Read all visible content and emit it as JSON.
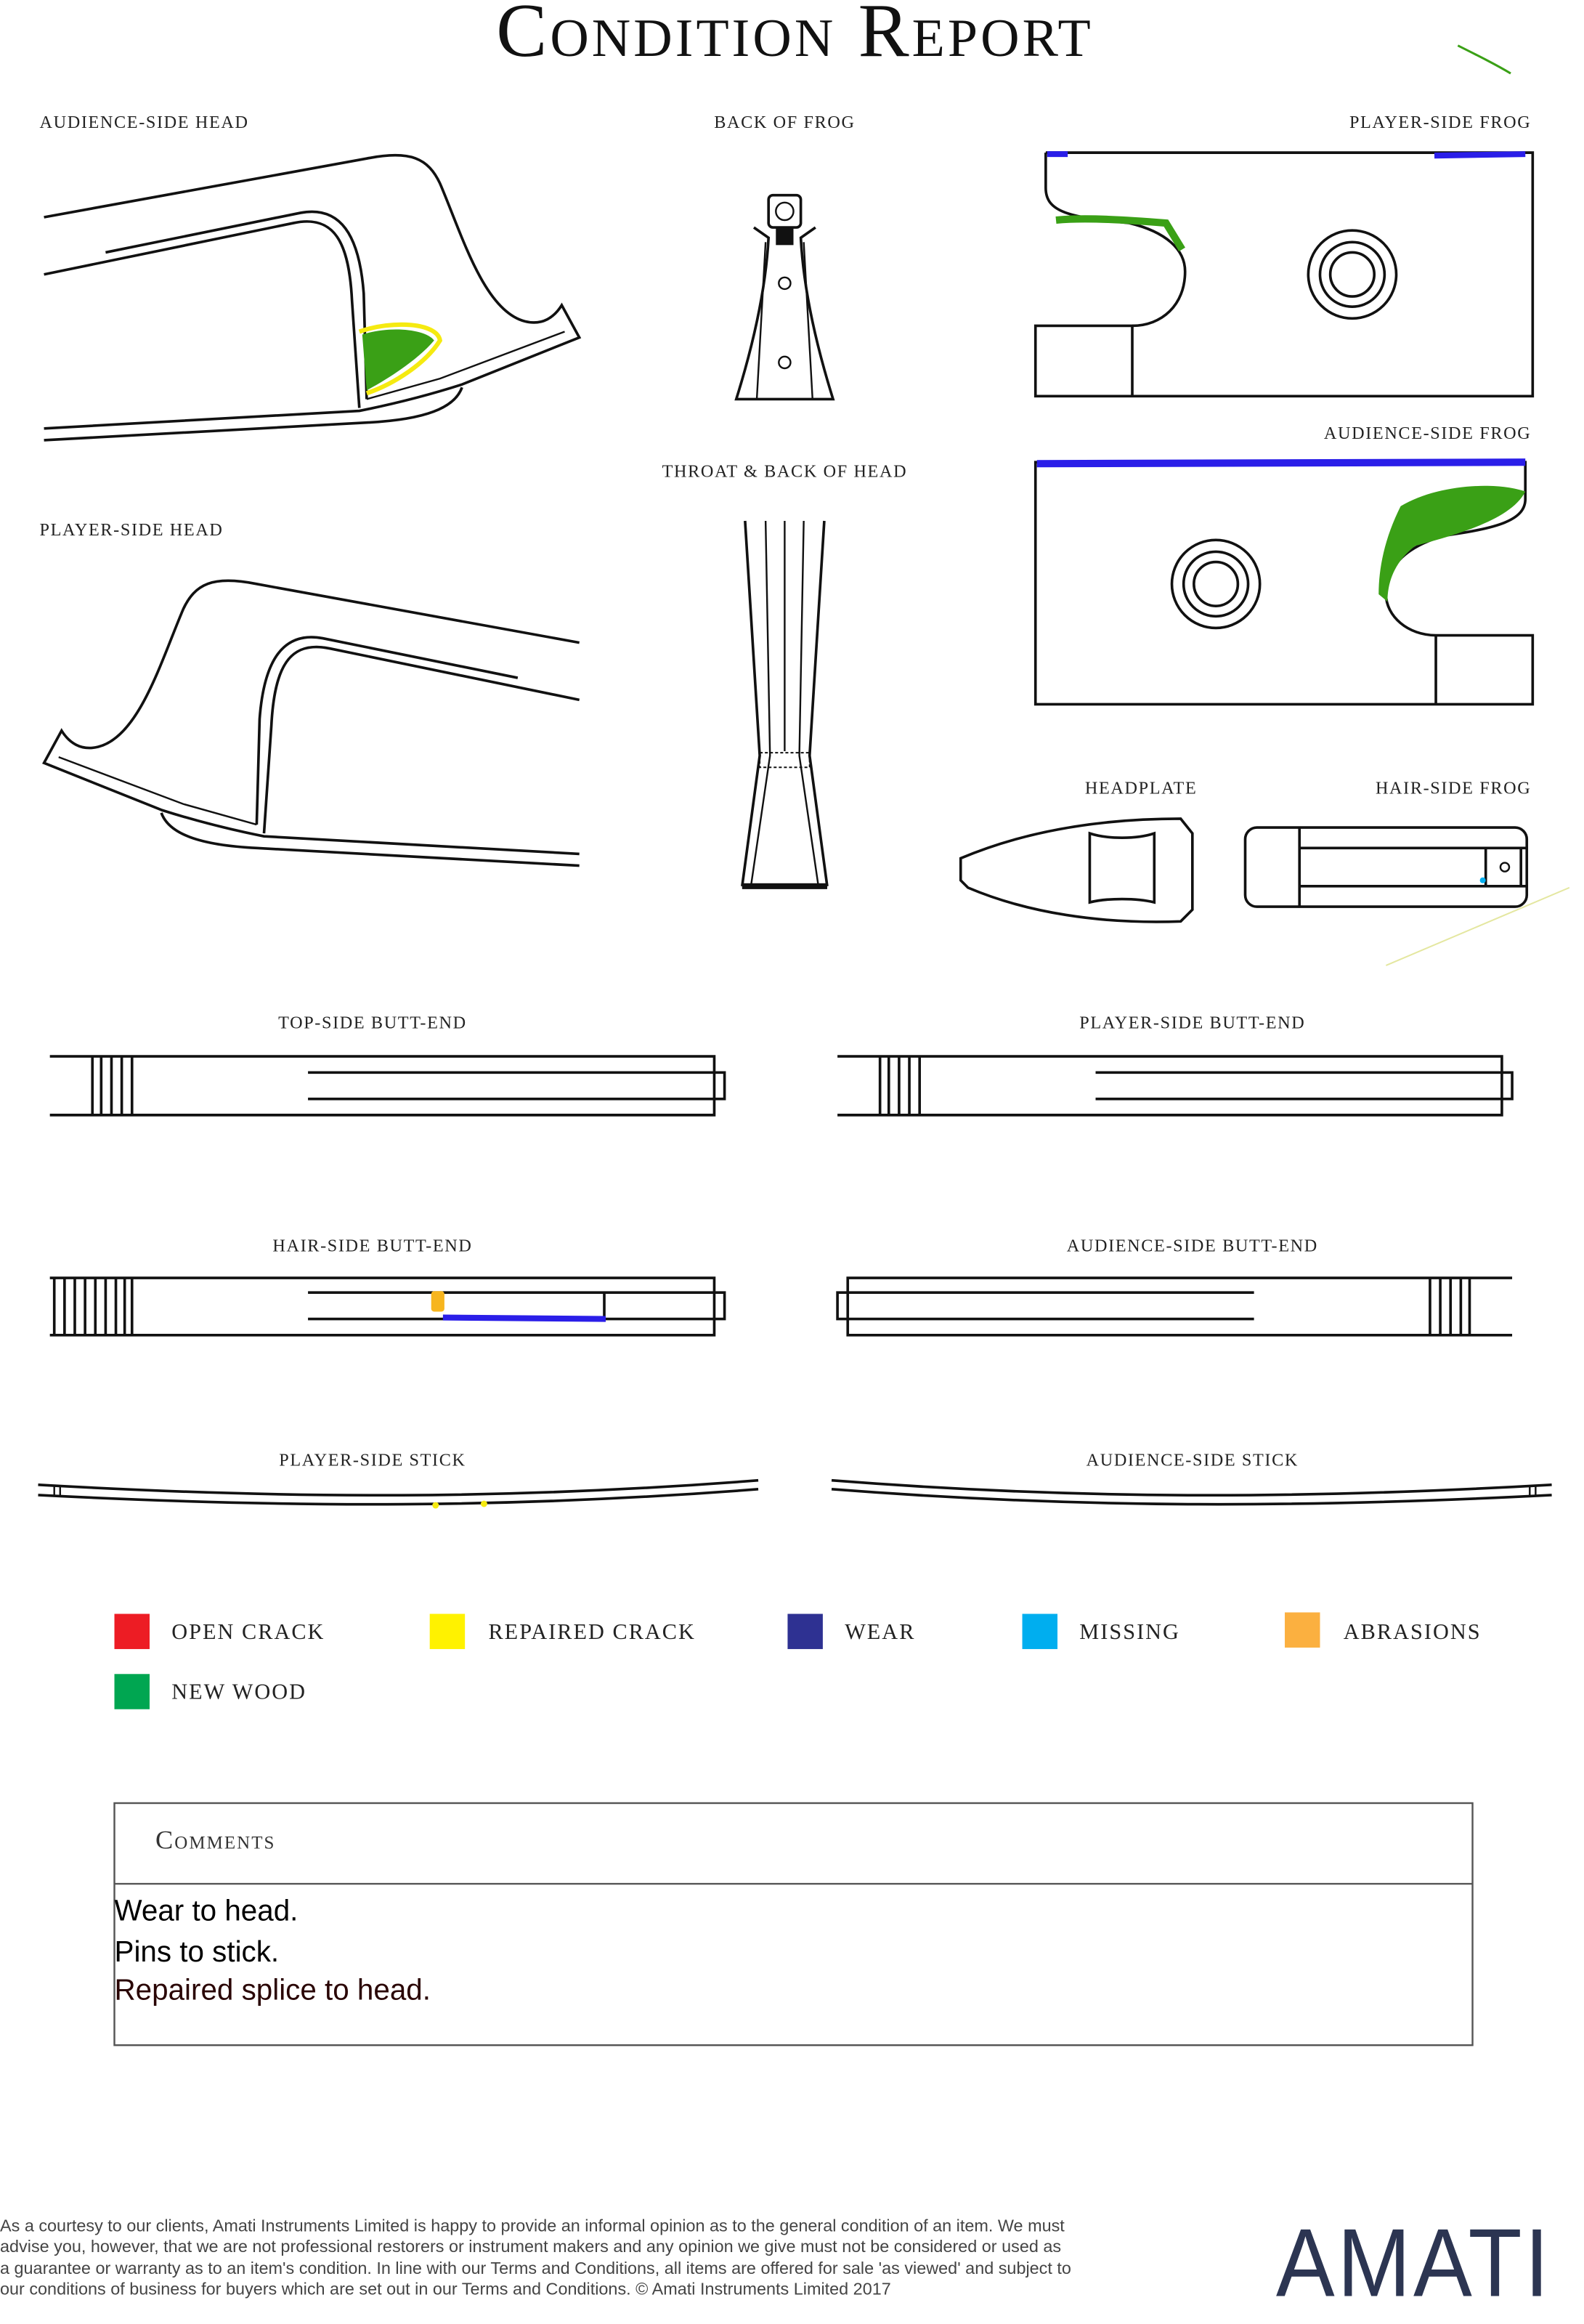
{
  "title": "Condition Report",
  "diagrams": {
    "audience_side_head": "Audience-side head",
    "back_of_frog": "Back of frog",
    "player_side_frog": "Player-side frog",
    "audience_side_frog": "Audience-side frog",
    "throat_back_of_head": "Throat & back of head",
    "player_side_head": "Player-side head",
    "headplate": "Headplate",
    "hair_side_frog": "Hair-side frog",
    "top_side_butt_end": "Top-side butt-end",
    "player_side_butt_end": "Player-side butt-end",
    "hair_side_butt_end": "Hair-side butt-end",
    "audience_side_butt_end": "Audience-side butt-end",
    "player_side_stick": "Player-side stick",
    "audience_side_stick": "Audience-side stick"
  },
  "legend": [
    {
      "label": "Open crack",
      "color": "#ed1c24"
    },
    {
      "label": "Repaired crack",
      "color": "#fff200"
    },
    {
      "label": "Wear",
      "color": "#2e3192"
    },
    {
      "label": "Missing",
      "color": "#00aeef"
    },
    {
      "label": "Abrasions",
      "color": "#fbb040"
    },
    {
      "label": "New wood",
      "color": "#00a651"
    }
  ],
  "comments": {
    "heading": "Comments",
    "lines": [
      "Wear to head.",
      "Pins to stick.",
      "Repaired splice to head."
    ]
  },
  "footer": {
    "lines": [
      "As a courtesy to our clients, Amati Instruments Limited is happy to provide an informal opinion as to the general condition of an item. We must",
      "advise you, however, that we are not professional restorers or instrument makers and any opinion we give must not be considered or used as",
      "a guarantee or warranty as to an item's condition. In line with our Terms and Conditions, all items are offered for sale 'as viewed' and subject to",
      "our conditions of business for buyers which are set out in our Terms and Conditions. © Amati Instruments Limited 2017"
    ],
    "logo": "AMATI"
  },
  "marks": {
    "wear": "#2a1ee8",
    "new_wood": "#3aa016",
    "repaired": "#f5ea10",
    "abrasion": "#f7b51e"
  }
}
